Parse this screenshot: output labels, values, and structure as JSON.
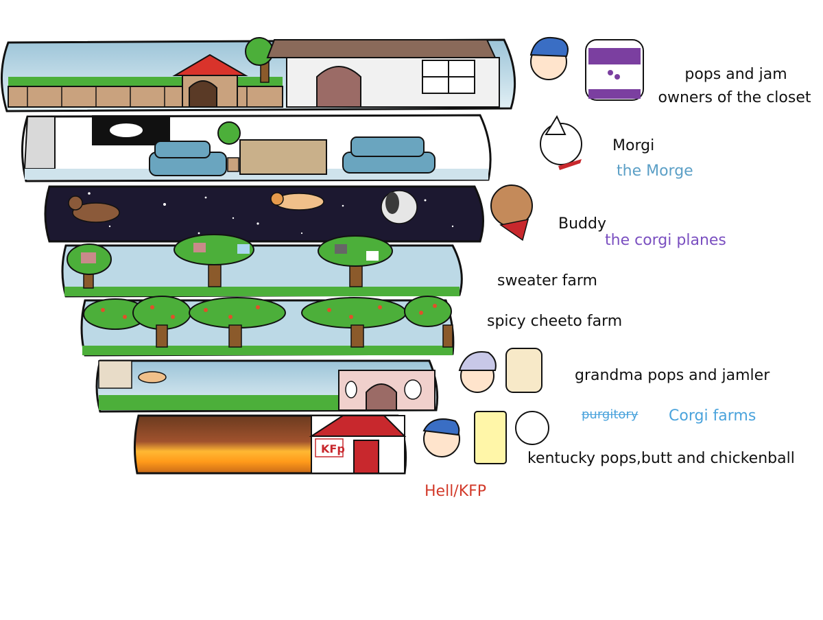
{
  "layers": [
    {
      "id": "closet",
      "title": "pops and jam",
      "subtitle": "owners of the closet"
    },
    {
      "id": "morge",
      "title": "Morgi",
      "subtitle": "the Morge"
    },
    {
      "id": "corgi-planes",
      "title": "Buddy",
      "subtitle": "the corgi planes"
    },
    {
      "id": "sweater-farm",
      "title": "sweater farm"
    },
    {
      "id": "cheeto-farm",
      "title": "spicy cheeto farm"
    },
    {
      "id": "corgi-farms",
      "title": "grandma pops and jamler",
      "struck": "purgitory",
      "subtitle": "Corgi farms"
    },
    {
      "id": "hell",
      "title": "kentucky pops,butt and chickenball",
      "subtitle": "Hell/KFP"
    }
  ],
  "signage": {
    "restaurant": "KFp"
  },
  "colors": {
    "outline": "#111111",
    "morge_label": "#5b9fc6",
    "corgi_planes_label": "#7a4fc0",
    "corgi_farms_label": "#4aa3dc",
    "hell_label": "#d23a2a",
    "grass": "#4caf3a",
    "sky": "#bcd9e6",
    "space": "#1c1830",
    "lava": "#ff9f1a",
    "kfp_red": "#c8282d"
  }
}
